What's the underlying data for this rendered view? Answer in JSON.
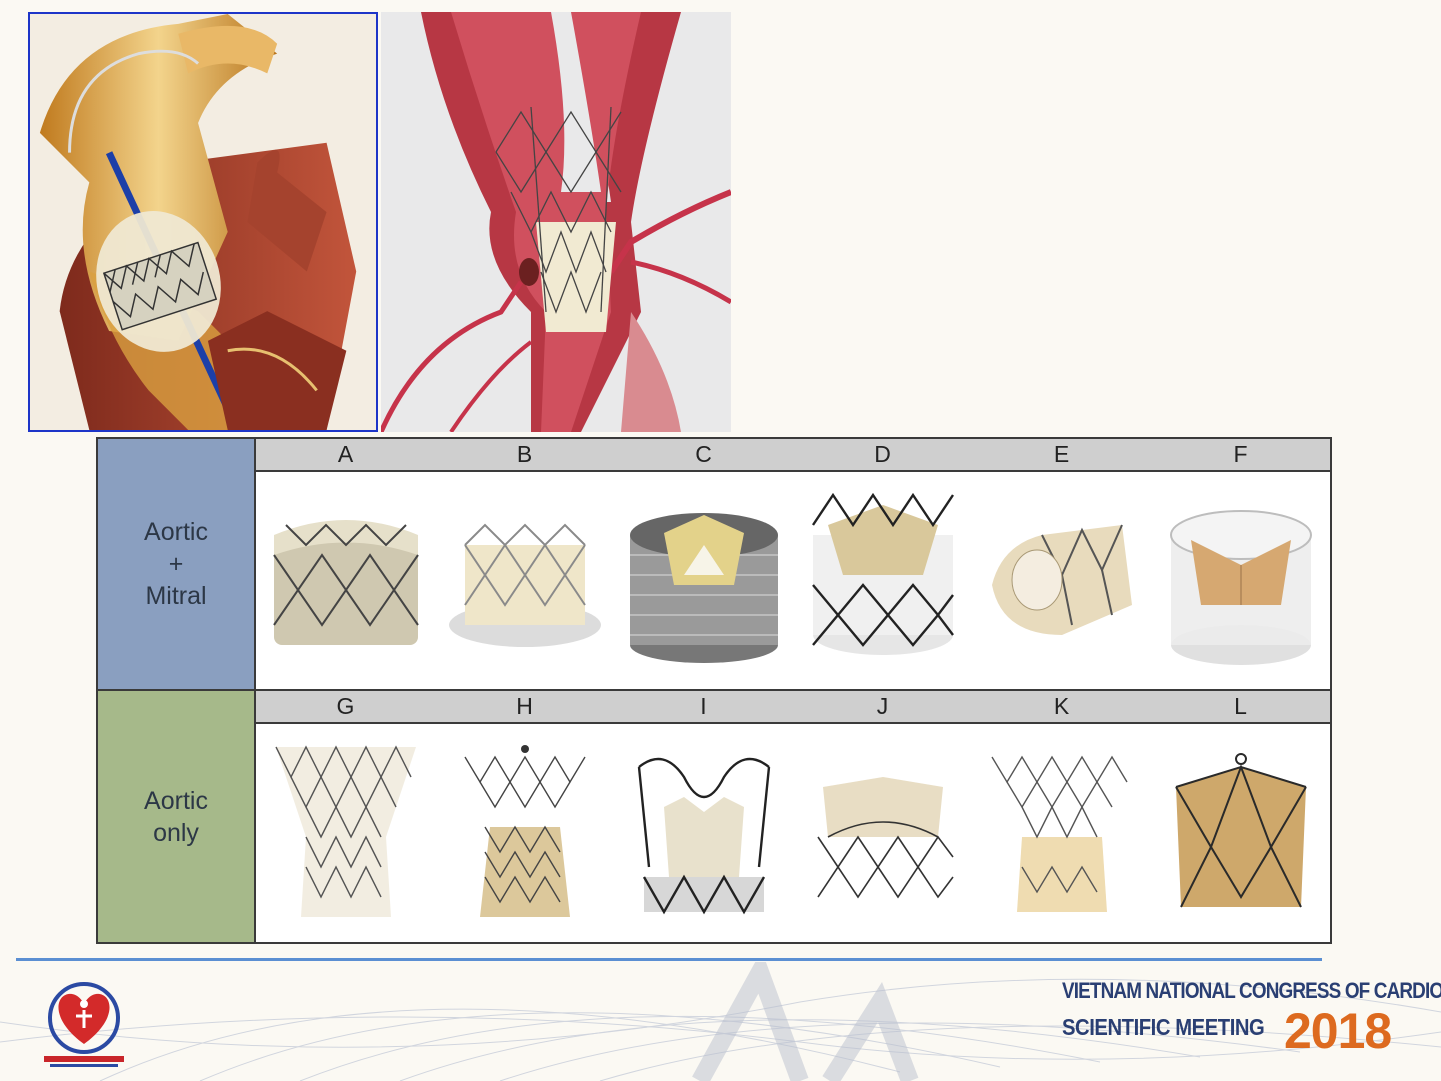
{
  "table": {
    "rows": [
      {
        "label": "Aortic\n+\nMitral",
        "columns": [
          "A",
          "B",
          "C",
          "D",
          "E",
          "F"
        ]
      },
      {
        "label": "Aortic\nonly",
        "columns": [
          "G",
          "H",
          "I",
          "J",
          "K",
          "L"
        ]
      }
    ]
  },
  "footer": {
    "title": "VIETNAM NATIONAL CONGRESS OF CARDIOLOGY",
    "subtitle": "SCIENTIFIC MEETING",
    "year": "2018"
  },
  "colors": {
    "row1_label_bg": "#8a9fc0",
    "row2_label_bg": "#a6b98a",
    "header_bg": "#cfcfcf",
    "footer_line": "#5b8fd2",
    "footer_title": "#2a3f73",
    "footer_year": "#dd6a1f",
    "illustration_border": "#1d35c8"
  }
}
